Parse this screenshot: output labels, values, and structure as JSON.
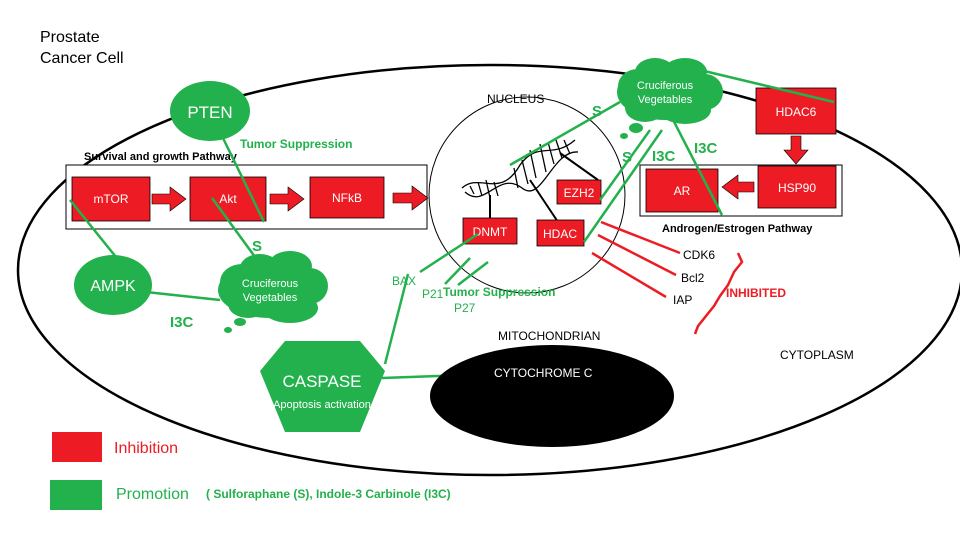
{
  "title_lines": [
    "Prostate",
    "Cancer Cell"
  ],
  "compartments": {
    "nucleus": "NUCLEUS",
    "mitochondria": "MITOCHONDRIAN",
    "cytoplasm": "CYTOPLASM"
  },
  "pathways": {
    "survival": "Survival and growth Pathway",
    "androgen": "Androgen/Estrogen Pathway"
  },
  "nodes": {
    "pten": "PTEN",
    "ampk": "AMPK",
    "mtor": "mTOR",
    "akt": "Akt",
    "nfkb": "NFkB",
    "ezh2": "EZH2",
    "dnmt": "DNMT",
    "hdac": "HDAC",
    "ar": "AR",
    "hsp90": "HSP90",
    "hdac6": "HDAC6",
    "caspase": "CASPASE",
    "caspase_sub": "Apoptosis activation",
    "cytochrome": "CYTOCHROME C",
    "veg_left_line1": "Cruciferous",
    "veg_left_line2": "Vegetables",
    "veg_right_line1": "Cruciferous",
    "veg_right_line2": "Vegetables"
  },
  "labels": {
    "tumor_suppression_top": "Tumor Suppression",
    "tumor_suppression_mid": "Tumor Suppression",
    "s_left": "S",
    "s_right1": "S",
    "s_right2": "S",
    "i3c_left": "I3C",
    "i3c_right1": "I3C",
    "i3c_right2": "I3C",
    "bax": "BAX",
    "p21": "P21",
    "p27": "P27",
    "cdk6": "CDK6",
    "bcl2": "Bcl2",
    "iap": "IAP",
    "inhibited": "INHIBITED"
  },
  "legend": {
    "inhibition": "Inhibition",
    "promotion": "Promotion",
    "promotion_note": "( Sulforaphane (S), Indole-3 Carbinole (I3C)"
  },
  "colors": {
    "inhibition": "#ed1c24",
    "promotion": "#22b14c",
    "black": "#000000"
  }
}
